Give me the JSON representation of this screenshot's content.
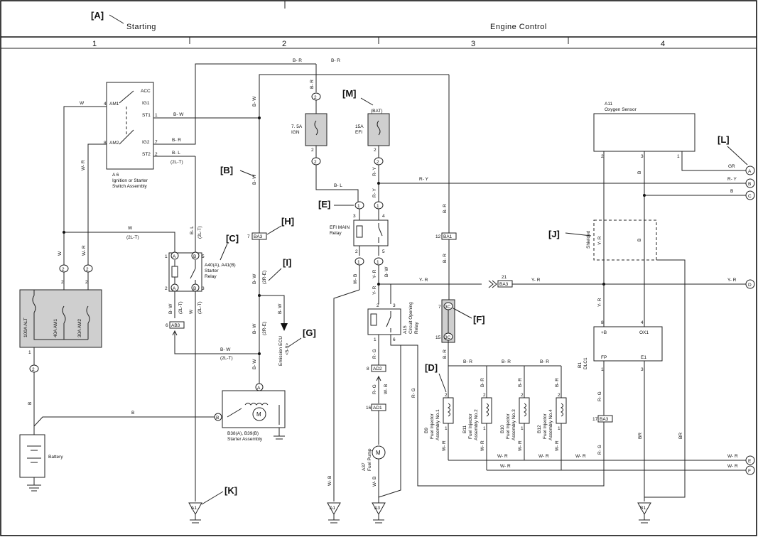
{
  "header": {
    "section_left": "Starting",
    "section_right": "Engine Control",
    "columns": [
      "1",
      "2",
      "3",
      "4"
    ]
  },
  "callouts": {
    "A": "[A]",
    "B": "[B]",
    "C": "[C]",
    "D": "[D]",
    "E": "[E]",
    "F": "[F]",
    "G": "[G]",
    "H": "[H]",
    "I": "[I]",
    "J": "[J]",
    "K": "[K]",
    "L": "[L]",
    "M": "[M]"
  },
  "components": {
    "ignition_switch": {
      "code": "A 6",
      "name1": "Ignition or Starter",
      "name2": "Switch Assembly",
      "pins": {
        "am1": "AM1",
        "am2": "AM2",
        "acc": "ACC",
        "ig1": "IG1",
        "st1": "ST1",
        "ig2": "IG2",
        "st2": "ST2"
      },
      "pin_nums": {
        "am1": "4",
        "am2": "8",
        "st1": "1",
        "ig2": "7",
        "st2": "2"
      }
    },
    "starter_relay": {
      "code": "A40(A), A41(B)",
      "name1": "Starter",
      "name2": "Relay"
    },
    "fuse_block": {
      "f1": "100A ALT",
      "f2": "40A AM1",
      "f3": "30A AM2"
    },
    "battery": {
      "name": "Battery"
    },
    "starter": {
      "code": "B38(A), B39(B)",
      "name": "Starter Assembly",
      "motor": "M"
    },
    "fuse_ign": {
      "rating": "7. 5A",
      "name": "IGN"
    },
    "fuse_efi": {
      "rating": "15A",
      "name": "EFI",
      "bat": "(BAT)"
    },
    "efi_relay": {
      "name1": "EFI MAIN",
      "name2": "Relay"
    },
    "circuit_relay": {
      "code": "A15",
      "name1": "Circuit Opening",
      "name2": "Relay"
    },
    "fuel_pump": {
      "code": "A37",
      "name": "Fuel Pump",
      "motor": "M"
    },
    "emission_ecu": {
      "name": "Emission ECU",
      "sub": "<5-9>"
    },
    "oxygen_sensor": {
      "code": "A11",
      "name": "Oxygen Sensor"
    },
    "dlc": {
      "code": "B1",
      "name": "DLC1",
      "pins": {
        "b": "+B",
        "ox1": "OX1",
        "fp": "FP",
        "e1": "E1"
      }
    },
    "injectors": [
      {
        "code": "B9",
        "name1": "Fuel Injector",
        "name2": "Assembly No.1"
      },
      {
        "code": "B11",
        "name1": "Fuel Injector",
        "name2": "Assembly No.2"
      },
      {
        "code": "B10",
        "name1": "Fuel Injector",
        "name2": "Assembly No.3"
      },
      {
        "code": "B12",
        "name1": "Fuel Injector",
        "name2": "Assembly No.4"
      }
    ],
    "shielded": "Shielded"
  },
  "connectors": {
    "ba3": "BA3",
    "ba1": "BA1",
    "ab3": "AB3",
    "ad2": "AD2",
    "ad1": "AD1",
    "ba3b": "BA3"
  },
  "grounds": {
    "a1": "A1",
    "a3": "A3",
    "b1": "B1"
  },
  "offpage": {
    "a": "A",
    "b": "B",
    "c": "C",
    "d": "D",
    "e": "E",
    "f": "F"
  },
  "wires": {
    "w": "W",
    "br": "B- R",
    "bw": "B- W",
    "bl": "B- L",
    "wr": "W- R",
    "wb": "W- B",
    "b": "B",
    "ry": "R- Y",
    "rg": "R- G",
    "yr": "Y- R",
    "gr": "GR",
    "brn": "BR",
    "l2t": "(2L-T)",
    "r2e": "(2R-E)"
  }
}
